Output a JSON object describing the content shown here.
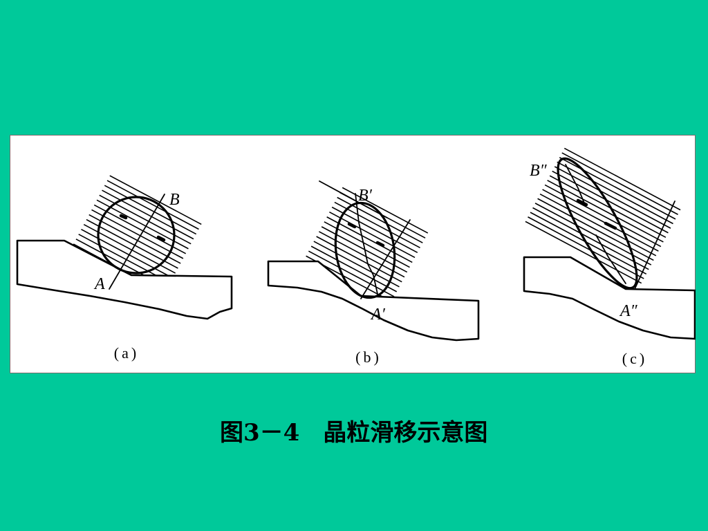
{
  "slide": {
    "background_color": "#00C99A",
    "panel_color": "#FFFFFF"
  },
  "figure": {
    "panels": [
      {
        "caption": "(a)",
        "label_top": "B",
        "label_bottom": "A"
      },
      {
        "caption": "(b)",
        "label_top": "B′",
        "label_bottom": "A′"
      },
      {
        "caption": "(c)",
        "label_top": "B″",
        "label_bottom": "A″"
      }
    ]
  },
  "caption": "图3－4　晶粒滑移示意图"
}
